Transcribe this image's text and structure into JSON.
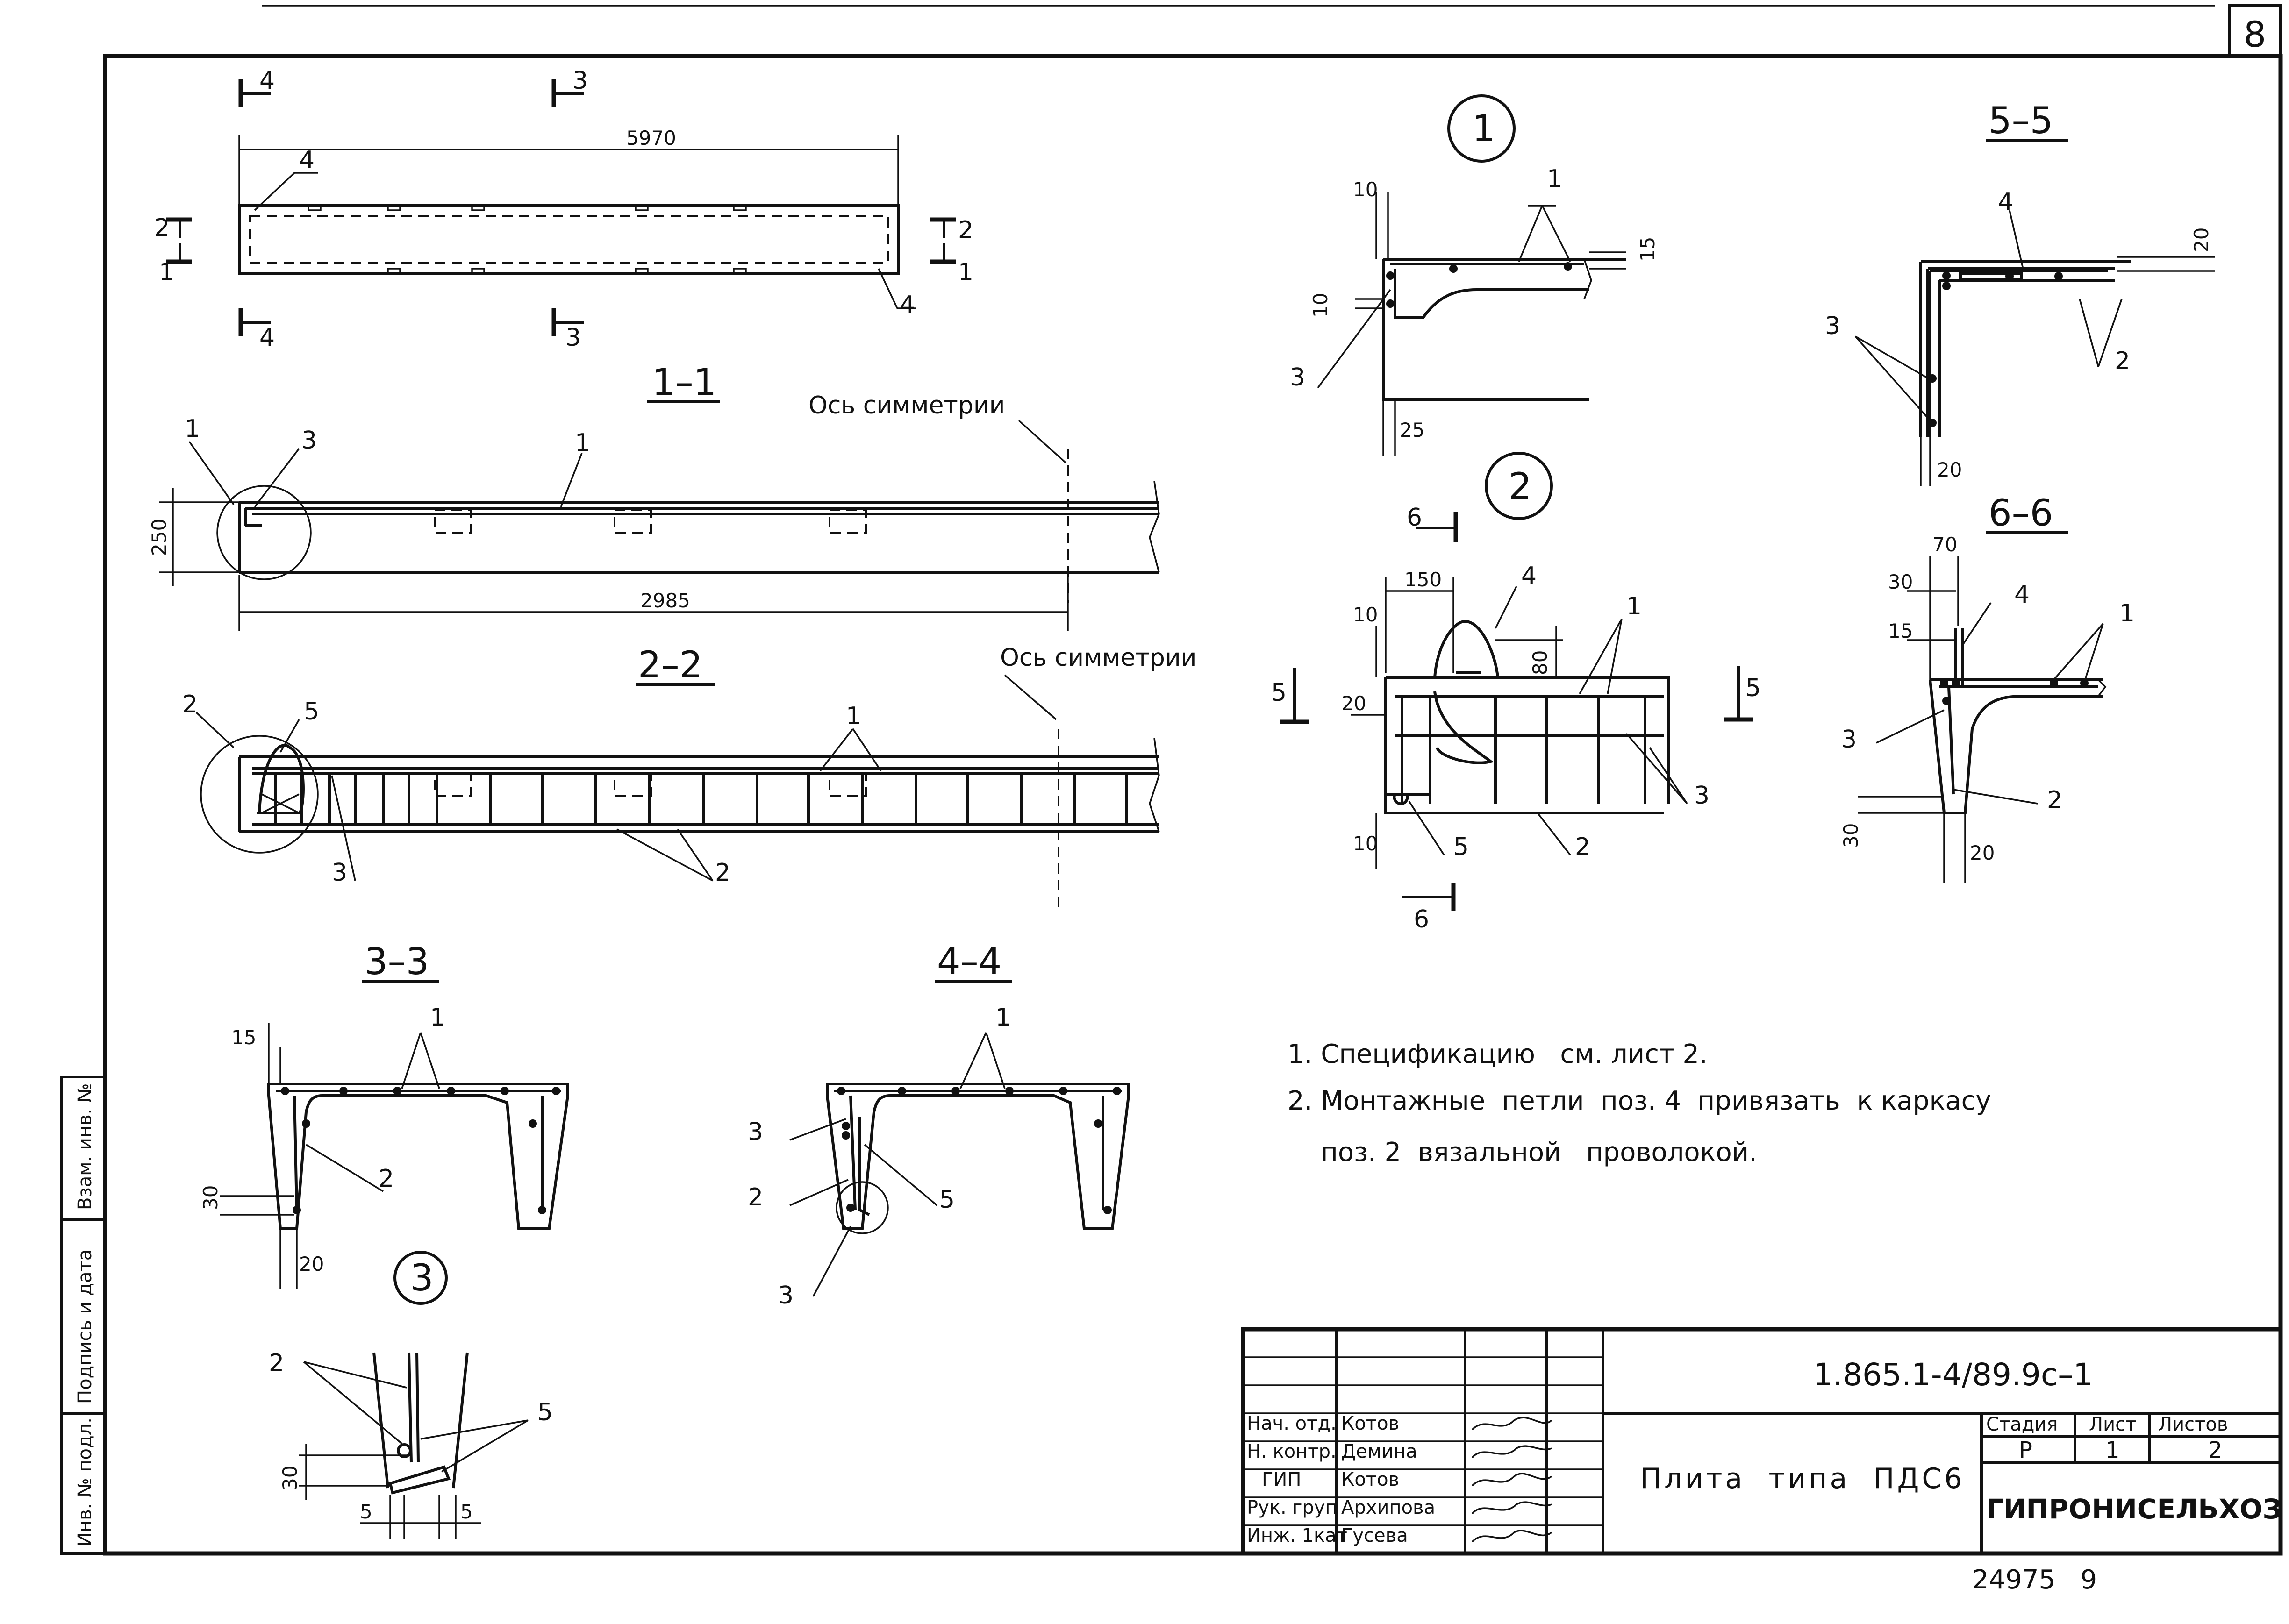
{
  "sheet_number": "8",
  "side_stamp": {
    "cells": [
      "Взам. инв. №",
      "Подпись и дата",
      "Инв. № подл."
    ]
  },
  "plan": {
    "dim_length": "5970",
    "cuts": {
      "c4": "4",
      "c3": "3",
      "c2": "2",
      "c1": "1"
    },
    "callout_4": "4"
  },
  "section_1_1": {
    "title": "1–1",
    "axis_label": "Ось симметрии",
    "dim_height": "250",
    "dim_half": "2985",
    "pos_1a": "1",
    "pos_3": "3",
    "pos_1b": "1"
  },
  "section_2_2": {
    "title": "2–2",
    "axis_label": "Ось симметрии",
    "pos_2": "2",
    "pos_5": "5",
    "pos_1": "1",
    "pos_3": "3",
    "pos_2b": "2"
  },
  "section_3_3": {
    "title": "3–3",
    "pos_1": "1",
    "pos_2": "2",
    "d15": "15",
    "d30": "30",
    "d20": "20"
  },
  "section_4_4": {
    "title": "4–4",
    "pos_1": "1",
    "pos_3": "3",
    "pos_2": "2",
    "pos_5": "5",
    "pos_3b": "3"
  },
  "node_1": {
    "marker": "1",
    "pos_1": "1",
    "pos_3": "3",
    "d10a": "10",
    "d10b": "10",
    "d15": "15",
    "d25": "25"
  },
  "node_2": {
    "marker": "2",
    "pos_4": "4",
    "pos_1": "1",
    "pos_3": "3",
    "pos_5": "5",
    "pos_2": "2",
    "d150": "150",
    "d10": "10",
    "d80": "80",
    "d20": "20",
    "d10b": "10",
    "cut6": "6",
    "cut5": "5"
  },
  "node_3": {
    "marker": "3",
    "pos_2": "2",
    "pos_5": "5",
    "d30": "30",
    "d5a": "5",
    "d5b": "5"
  },
  "section_5_5": {
    "title": "5–5",
    "pos_4": "4",
    "pos_3": "3",
    "pos_2": "2",
    "d20a": "20",
    "d20b": "20"
  },
  "section_6_6": {
    "title": "6–6",
    "pos_4": "4",
    "pos_1": "1",
    "pos_3": "3",
    "pos_2": "2",
    "d70": "70",
    "d30": "30",
    "d15": "15",
    "d30b": "30",
    "d20": "20"
  },
  "notes": [
    "1. Спецификацию   см. лист 2.",
    "2. Монтажные  петли  поз. 4  привязать  к каркасу",
    "    поз. 2  вязальной   проволокой."
  ],
  "title_block": {
    "doc_code": "1.865.1-4/89.9с–1",
    "product_name": "Плита  типа  ПДС6",
    "org": "ГИПРОНИСЕЛЬХОЗ",
    "stage_header": "Стадия",
    "sheet_header": "Лист",
    "sheets_header": "Листов",
    "stage": "Р",
    "sheet": "1",
    "sheets": "2",
    "staff": [
      {
        "role": "Нач. отд.",
        "name": "Котов"
      },
      {
        "role": "Н. контр.",
        "name": "Демина"
      },
      {
        "role": "ГИП",
        "name": "Котов"
      },
      {
        "role": "Рук. груп",
        "name": "Архипова"
      },
      {
        "role": "Инж. 1кат",
        "name": "Гусева"
      }
    ]
  },
  "archive_number": "24975   9"
}
